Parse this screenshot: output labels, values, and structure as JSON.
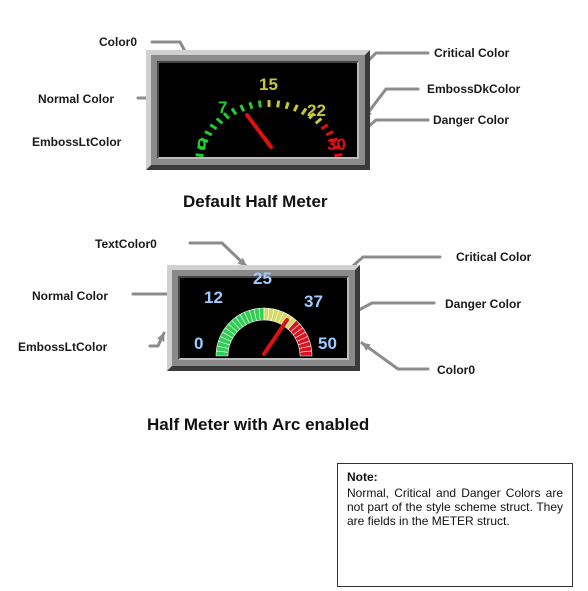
{
  "diagram1": {
    "caption": "Default Half Meter",
    "labels": {
      "color0": "Color0",
      "normal_color": "Normal Color",
      "emboss_lt_color": "EmbossLtColor",
      "critical_color": "Critical Color",
      "emboss_dk_color": "EmbossDkColor",
      "danger_color": "Danger Color"
    },
    "ticks": [
      "0",
      "7",
      "15",
      "22",
      "30"
    ],
    "colors": {
      "normal": "#22cc33",
      "critical": "#c8c832",
      "danger": "#dd1111",
      "needle": "#dd1111"
    }
  },
  "diagram2": {
    "caption": "Half Meter with Arc enabled",
    "labels": {
      "text_color0": "TextColor0",
      "normal_color": "Normal Color",
      "emboss_lt_color": "EmbossLtColor",
      "critical_color": "Critical Color",
      "danger_color": "Danger Color",
      "color0": "Color0"
    },
    "ticks": [
      "0",
      "12",
      "25",
      "37",
      "50"
    ],
    "colors": {
      "text": "#9ecbff",
      "normal": "#33cc55",
      "critical": "#d8d86a",
      "danger": "#dd1122",
      "needle": "#dd1111"
    }
  },
  "note": {
    "title": "Note:",
    "body": "Normal, Critical and Danger Colors are not part of the style scheme struct. They are fields in the METER struct."
  }
}
